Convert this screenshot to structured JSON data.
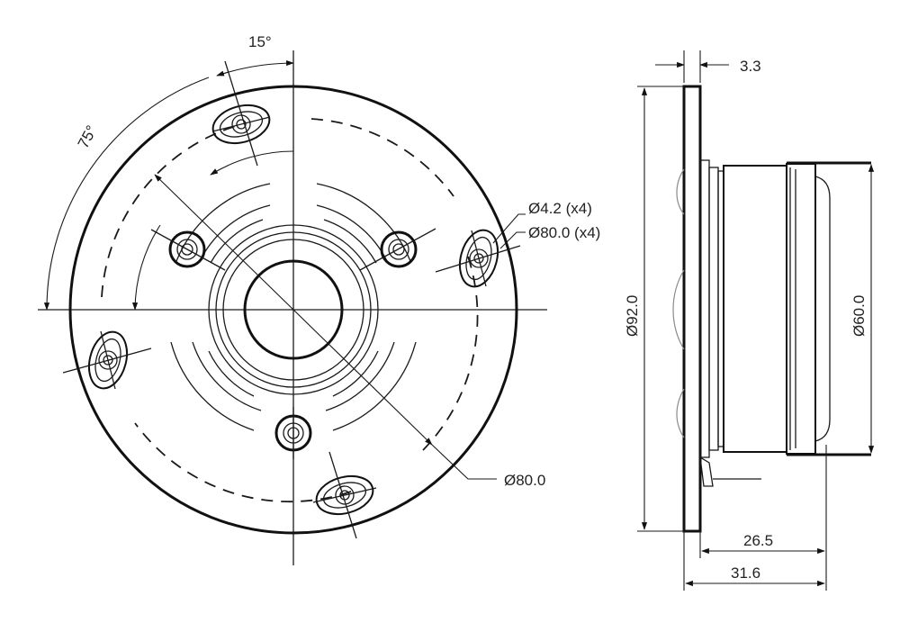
{
  "front_view": {
    "angle_top": "15°",
    "angle_left": "75°",
    "hole_label": "Ø4.2 (x4)",
    "pcd_label": "Ø80.0 (x4)",
    "circle_label": "Ø80.0"
  },
  "side_view": {
    "flange_thickness": "3.3",
    "outer_diameter": "Ø92.0",
    "body_diameter": "Ø60.0",
    "depth_body": "26.5",
    "depth_total": "31.6"
  }
}
